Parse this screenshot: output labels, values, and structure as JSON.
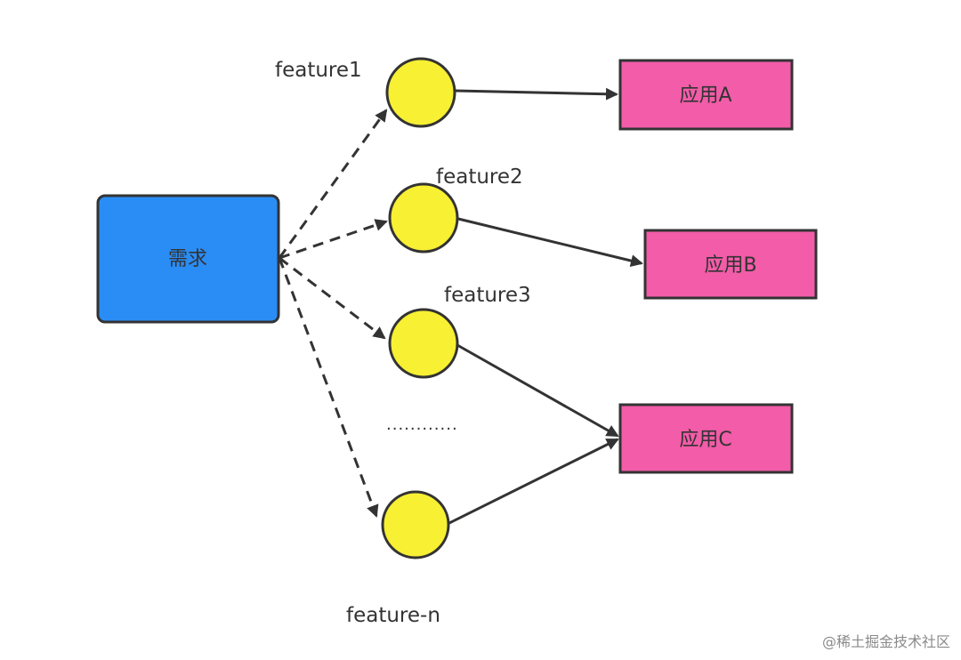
{
  "diagram": {
    "source_node": {
      "label": "需求",
      "color": "#2a8df5"
    },
    "features": [
      {
        "label": "feature1"
      },
      {
        "label": "feature2"
      },
      {
        "label": "feature3"
      },
      {
        "label": "feature-n"
      }
    ],
    "ellipsis": "............",
    "apps": [
      {
        "label": "应用A"
      },
      {
        "label": "应用B"
      },
      {
        "label": "应用C"
      }
    ],
    "colors": {
      "feature_fill": "#f7f033",
      "app_fill": "#f25ca8",
      "edge": "#333333"
    },
    "edges": [
      {
        "from": "需求",
        "to": "feature1",
        "style": "dashed"
      },
      {
        "from": "需求",
        "to": "feature2",
        "style": "dashed"
      },
      {
        "from": "需求",
        "to": "feature3",
        "style": "dashed"
      },
      {
        "from": "需求",
        "to": "feature-n",
        "style": "dashed"
      },
      {
        "from": "feature1",
        "to": "应用A",
        "style": "solid"
      },
      {
        "from": "feature2",
        "to": "应用B",
        "style": "solid"
      },
      {
        "from": "feature3",
        "to": "应用C",
        "style": "solid"
      },
      {
        "from": "feature-n",
        "to": "应用C",
        "style": "solid"
      }
    ]
  },
  "watermark": "@稀土掘金技术社区"
}
